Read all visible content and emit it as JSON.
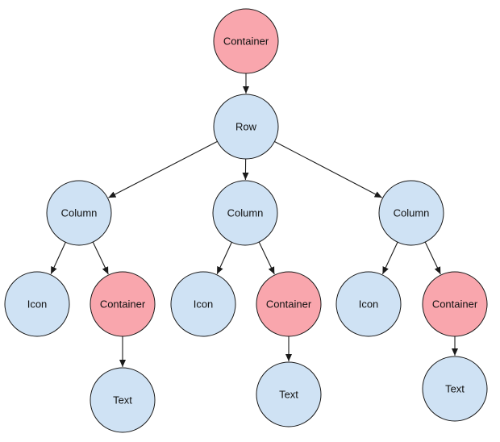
{
  "colors": {
    "widget_fill": "#f9a6ad",
    "layout_fill": "#cfe2f4",
    "stroke": "#1a1a1a"
  },
  "nodes": [
    {
      "id": "container-root",
      "label": "Container",
      "kind": "widget"
    },
    {
      "id": "row",
      "label": "Row",
      "kind": "layout"
    },
    {
      "id": "column-1",
      "label": "Column",
      "kind": "layout"
    },
    {
      "id": "column-2",
      "label": "Column",
      "kind": "layout"
    },
    {
      "id": "column-3",
      "label": "Column",
      "kind": "layout"
    },
    {
      "id": "icon-1",
      "label": "Icon",
      "kind": "layout"
    },
    {
      "id": "container-1",
      "label": "Container",
      "kind": "widget"
    },
    {
      "id": "icon-2",
      "label": "Icon",
      "kind": "layout"
    },
    {
      "id": "container-2",
      "label": "Container",
      "kind": "widget"
    },
    {
      "id": "icon-3",
      "label": "Icon",
      "kind": "layout"
    },
    {
      "id": "container-3",
      "label": "Container",
      "kind": "widget"
    },
    {
      "id": "text-1",
      "label": "Text",
      "kind": "layout"
    },
    {
      "id": "text-2",
      "label": "Text",
      "kind": "layout"
    },
    {
      "id": "text-3",
      "label": "Text",
      "kind": "layout"
    }
  ],
  "edges": [
    {
      "from": "container-root",
      "to": "row"
    },
    {
      "from": "row",
      "to": "column-1"
    },
    {
      "from": "row",
      "to": "column-2"
    },
    {
      "from": "row",
      "to": "column-3"
    },
    {
      "from": "column-1",
      "to": "icon-1"
    },
    {
      "from": "column-1",
      "to": "container-1"
    },
    {
      "from": "column-2",
      "to": "icon-2"
    },
    {
      "from": "column-2",
      "to": "container-2"
    },
    {
      "from": "column-3",
      "to": "icon-3"
    },
    {
      "from": "column-3",
      "to": "container-3"
    },
    {
      "from": "container-1",
      "to": "text-1"
    },
    {
      "from": "container-2",
      "to": "text-2"
    },
    {
      "from": "container-3",
      "to": "text-3"
    }
  ]
}
